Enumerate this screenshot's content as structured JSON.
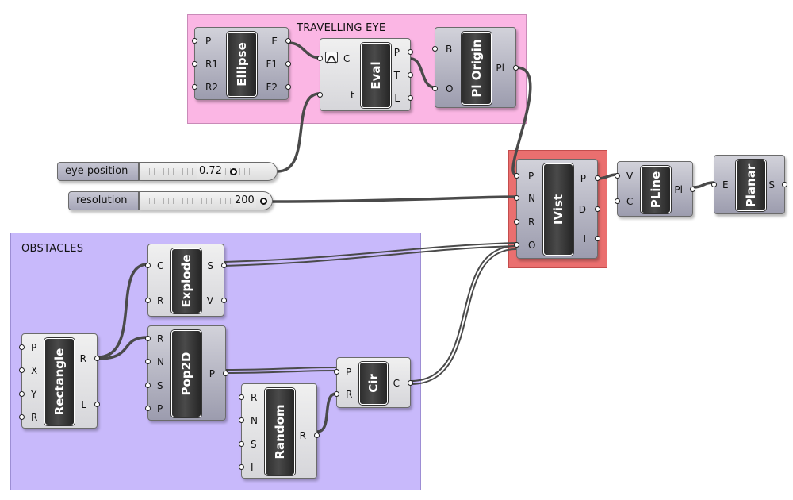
{
  "groups": {
    "travelling_eye": {
      "title": "TRAVELLING EYE",
      "fill": "#fbb6e4",
      "border": "#c98ab8"
    },
    "obstacles": {
      "title": "OBSTACLES",
      "fill": "#c8b9fb",
      "border": "#9d8ed4"
    },
    "ivist_highlight": {
      "fill": "#ea6f6f",
      "border": "#c44c4c"
    }
  },
  "components": {
    "ellipse": {
      "name": "Ellipse",
      "inputs": [
        "P",
        "R1",
        "R2"
      ],
      "outputs": [
        "E",
        "F1",
        "F2"
      ]
    },
    "eval": {
      "name": "Eval",
      "inputs": [
        "C",
        "t"
      ],
      "outputs": [
        "P",
        "T",
        "L"
      ],
      "icon": "graph-mapper-icon"
    },
    "pl_origin": {
      "name": "Pl Origin",
      "inputs": [
        "B",
        "O"
      ],
      "outputs": [
        "Pl"
      ]
    },
    "ivist": {
      "name": "IVist",
      "inputs": [
        "P",
        "N",
        "R",
        "O"
      ],
      "outputs": [
        "P",
        "D",
        "I"
      ]
    },
    "pline": {
      "name": "PLine",
      "inputs": [
        "V",
        "C"
      ],
      "outputs": [
        "Pl"
      ]
    },
    "planar": {
      "name": "Planar",
      "inputs": [
        "E"
      ],
      "outputs": [
        "S"
      ]
    },
    "explode": {
      "name": "Explode",
      "inputs": [
        "C",
        "R"
      ],
      "outputs": [
        "S",
        "V"
      ]
    },
    "rectangle": {
      "name": "Rectangle",
      "inputs": [
        "P",
        "X",
        "Y",
        "R"
      ],
      "outputs": [
        "R",
        "L"
      ]
    },
    "pop2d": {
      "name": "Pop2D",
      "inputs": [
        "R",
        "N",
        "S",
        "P"
      ],
      "outputs": [
        "P"
      ]
    },
    "cir": {
      "name": "Cir",
      "inputs": [
        "P",
        "R"
      ],
      "outputs": [
        "C"
      ]
    },
    "random": {
      "name": "Random",
      "inputs": [
        "R",
        "N",
        "S",
        "I"
      ],
      "outputs": [
        "R"
      ]
    }
  },
  "sliders": {
    "eye_position": {
      "label": "eye position",
      "value": "0.72"
    },
    "resolution": {
      "label": "resolution",
      "value": "200"
    }
  }
}
